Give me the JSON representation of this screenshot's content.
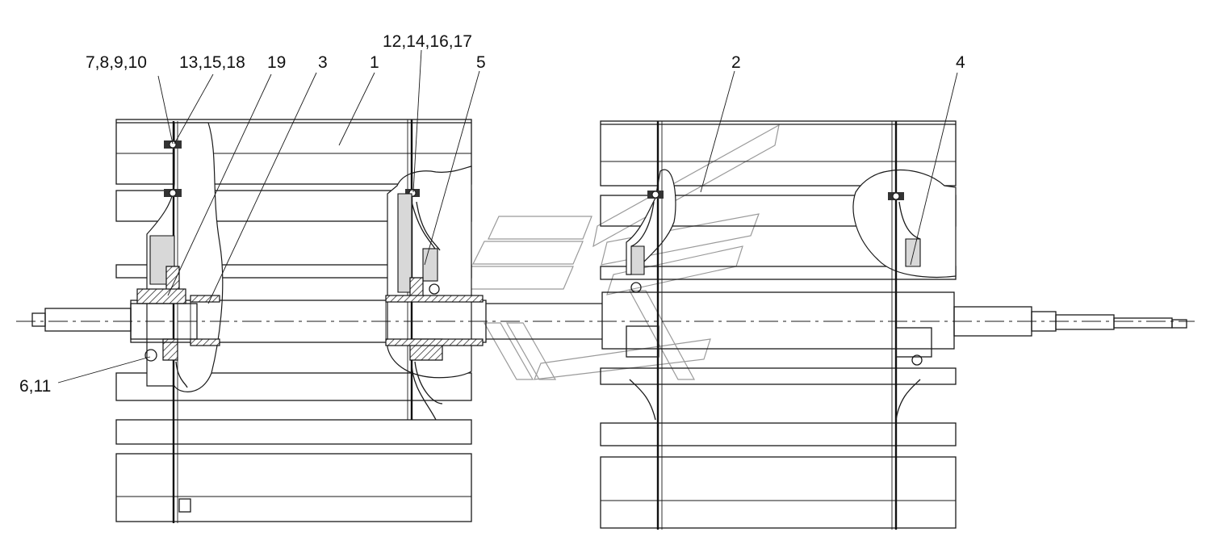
{
  "figure": {
    "labels": {
      "l1": "1",
      "l2": "2",
      "l3": "3",
      "l4": "4",
      "l5": "5",
      "l6_11": "6,11",
      "l7_10": "7,8,9,10",
      "l12_17": "12,14,16,17",
      "l13_18": "13,15,18",
      "l19": "19"
    }
  }
}
